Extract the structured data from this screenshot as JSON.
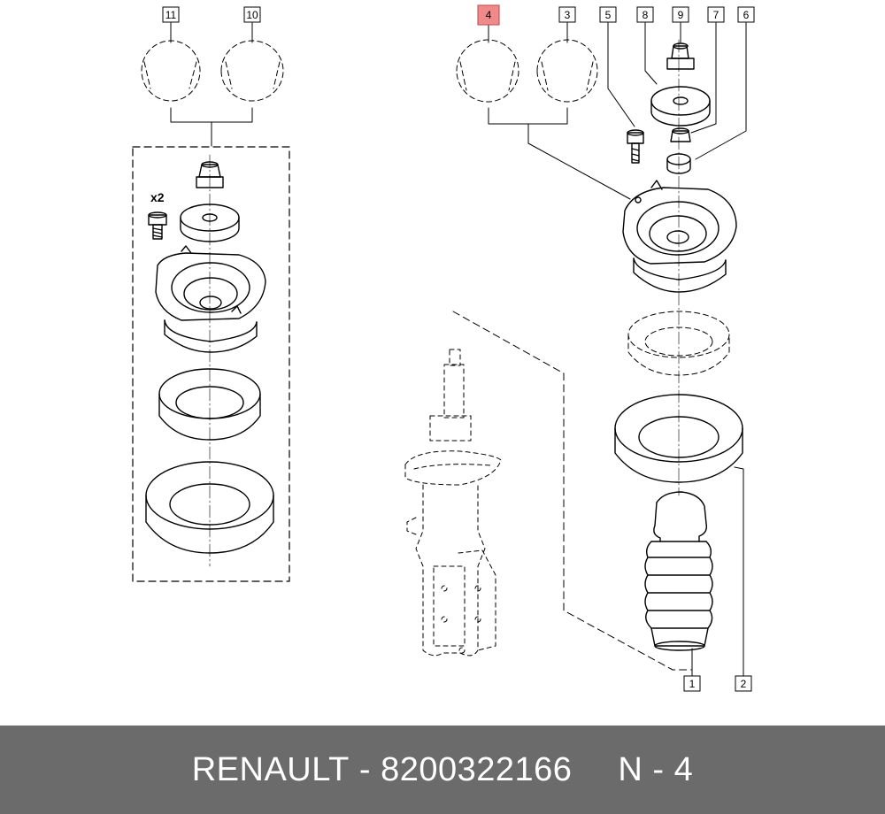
{
  "callouts": {
    "c1": "1",
    "c2": "2",
    "c3": "3",
    "c4": "4",
    "c5": "5",
    "c6": "6",
    "c7": "7",
    "c8": "8",
    "c9": "9",
    "c10": "10",
    "c11": "11"
  },
  "quantity_label": "x2",
  "highlight_color": "#f08a8a",
  "footer": {
    "brand": "RENAULT",
    "separator": "-",
    "part_number": "8200322166",
    "position_code": "N - 4"
  }
}
